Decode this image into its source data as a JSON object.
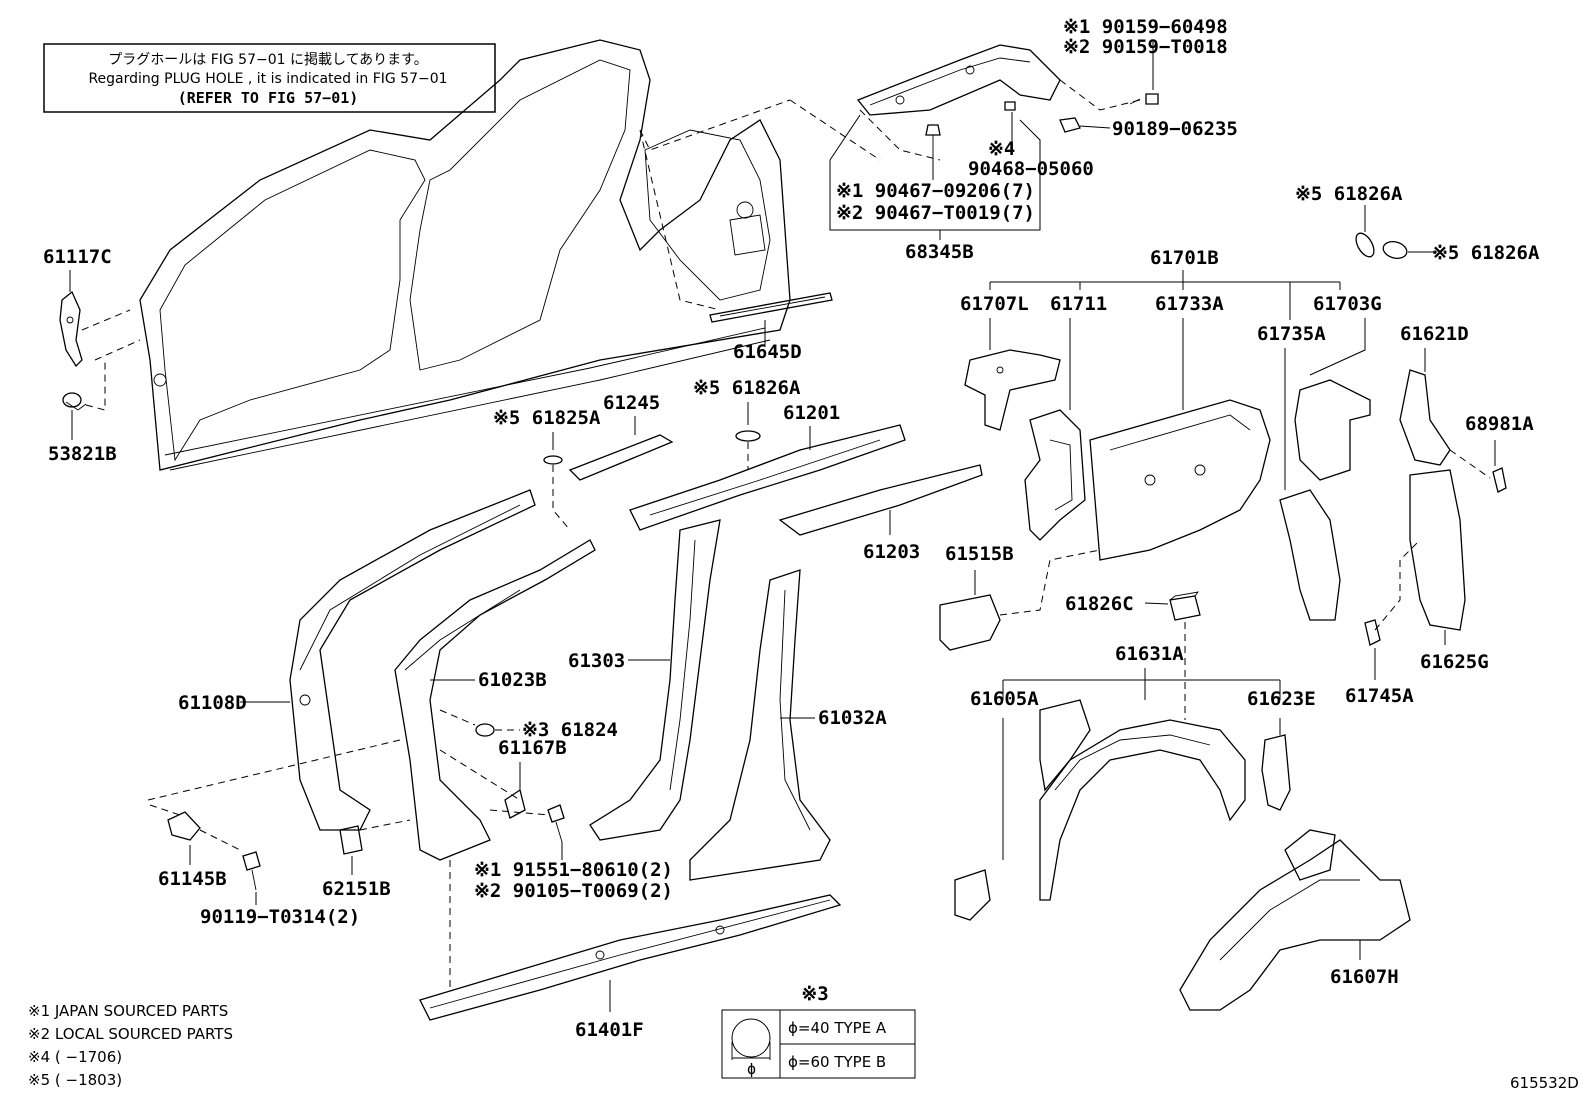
{
  "note": {
    "line_jp": "プラグホールは FIG 57−01 に掲載してあります。",
    "line_en": "Regarding  PLUG  HOLE , it is indicated in FIG  57−01",
    "line_ref": "(REFER TO FIG 57−01)"
  },
  "labels": {
    "p61117C": "61117C",
    "p53821B": "53821B",
    "p61645D": "61645D",
    "p68345B": "68345B",
    "s1_90159_60498": "※1 90159−60498",
    "s2_90159_T0018": "※2 90159−T0018",
    "p90189_06235": "90189−06235",
    "s4": "※4",
    "p90468_05060": "90468−05060",
    "s1_90467_09206": "※1 90467−09206(7)",
    "s2_90467_T0019": "※2 90467−T0019(7)",
    "s5_61826A_top": "※5 61826A",
    "s5_61826A_right": "※5 61826A",
    "p61701B": "61701B",
    "p61707L": "61707L",
    "p61711": "61711",
    "p61733A": "61733A",
    "p61703G": "61703G",
    "p61735A": "61735A",
    "p61621D": "61621D",
    "p68981A": "68981A",
    "s5_61825A": "※5 61825A",
    "p61245": "61245",
    "s5_61826A_mid": "※5 61826A",
    "p61201": "61201",
    "p61203": "61203",
    "p61515B": "61515B",
    "p61826C": "61826C",
    "p61625G": "61625G",
    "p61745A": "61745A",
    "p61303": "61303",
    "p61108D": "61108D",
    "p61023B": "61023B",
    "p61032A": "61032A",
    "p61631A": "61631A",
    "p61605A": "61605A",
    "p61623E": "61623E",
    "s3_61824": "※3 61824",
    "p61167B": "61167B",
    "p61145B": "61145B",
    "p62151B": "62151B",
    "s1_91551": "※1 91551−80610(2)",
    "s2_90105": "※2 90105−T0069(2)",
    "p90119": "90119−T0314(2)",
    "p61401F": "61401F",
    "p61607H": "61607H",
    "fig_id": "615532D"
  },
  "legend": {
    "items": [
      "※1 JAPAN SOURCED PARTS",
      "※2 LOCAL SOURCED PARTS",
      "※4 (      −1706)",
      "※5 (      −1803)"
    ]
  },
  "type_table": {
    "mark": "※3",
    "symbol": "ϕ",
    "row_a": "ϕ=40  TYPE A",
    "row_b": "ϕ=60  TYPE B"
  }
}
